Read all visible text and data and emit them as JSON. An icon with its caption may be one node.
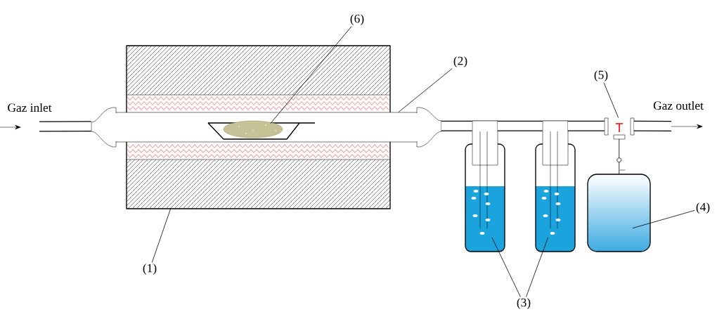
{
  "diagram": {
    "nodes": [
      {
        "text": [
          "(6)"
        ]
      },
      {
        "text": [],
        "shape": "boat",
        "in": 3
      },
      {
        "text": [
          "(2)"
        ]
      },
      {
        "text": [],
        "shape": "tube"
      },
      {
        "text": [
          "(5)"
        ]
      },
      {
        "text": [],
        "shape": "valve"
      },
      {
        "text": [
          "(1)"
        ]
      },
      {
        "text": [],
        "shape": "box"
      },
      {
        "text": [
          "(3)"
        ]
      },
      {
        "text": [],
        "shape": "bottle"
      },
      {
        "text": [],
        "shape": "bottle"
      },
      {
        "text": [
          "(4)"
        ]
      },
      {
        "text": [],
        "shape": "tank"
      }
    ],
    "edges": [
      {
        "from": 0,
        "to": 1,
        "arrow": "none"
      },
      {
        "from": 2,
        "to": 3,
        "arrow": "none"
      },
      {
        "from": 4,
        "to": 5,
        "arrow": "none"
      },
      {
        "from": 6,
        "to": 7,
        "arrow": "none"
      },
      {
        "from": 8,
        "to": 9,
        "arrow": "none"
      },
      {
        "from": 8,
        "to": 10,
        "arrow": "none"
      },
      {
        "from": 11,
        "to": 12,
        "arrow": "none"
      },
      {
        "from": null,
        "to": 3,
        "arrow": "none",
        "style": "thick"
      },
      {
        "from": 3,
        "to": 9,
        "arrow": "none",
        "style": "thick"
      },
      {
        "from": 9,
        "to": 10,
        "arrow": "none",
        "style": "thick"
      },
      {
        "from": 10,
        "to": 5,
        "arrow": "none",
        "style": "thick"
      },
      {
        "from": 5,
        "to": null,
        "arrow": "none",
        "style": "thick"
      },
      {
        "from": 5,
        "to": 12,
        "arrow": "none"
      }
    ],
    "labels": [
      "Gaz inlet",
      "Gaz outlet"
    ]
  }
}
